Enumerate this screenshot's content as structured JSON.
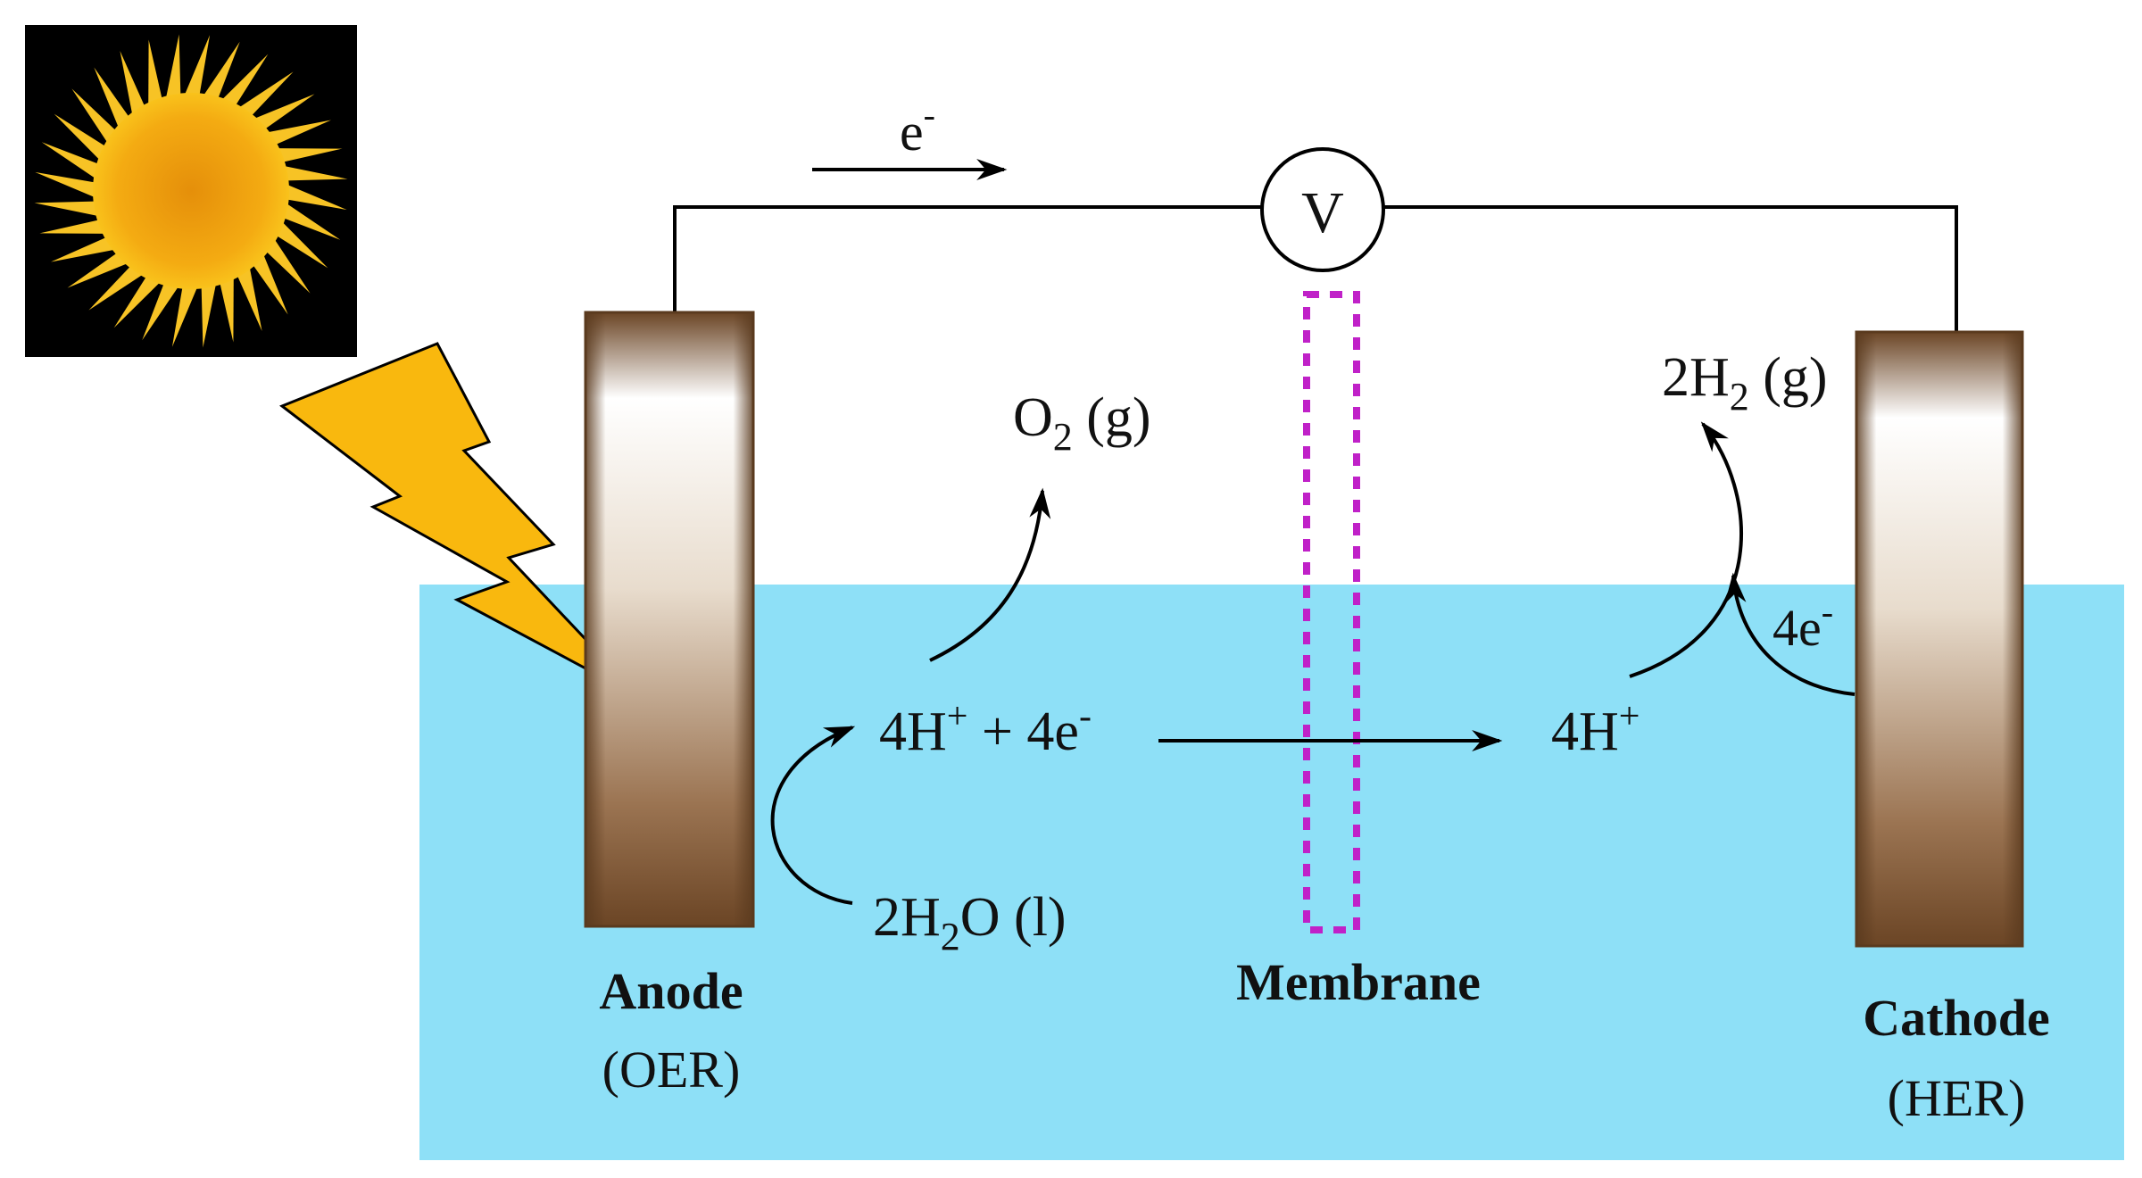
{
  "labels": {
    "electron": "e",
    "electron_sup": "-",
    "voltmeter": "V",
    "o2": "O",
    "o2_sub": "2",
    "o2_state": " (g)",
    "h2": "2H",
    "h2_sub": "2",
    "h2_state": " (g)",
    "proton_eq_a": "4H",
    "proton_eq_plus": "+",
    "proton_eq_b": " + 4e",
    "proton_eq_minus": "-",
    "proton_right": "4H",
    "proton_right_sup": "+",
    "electrons_right": "4e",
    "electrons_right_sup": "-",
    "water": "2H",
    "water_sub": "2",
    "water_rest": "O (l)",
    "anode": "Anode",
    "anode_sub": "(OER)",
    "membrane": "Membrane",
    "cathode": "Cathode",
    "cathode_sub": "(HER)"
  },
  "colors": {
    "electrolyte": "#8ee0f7",
    "electrode_dark": "#6b4525",
    "electrode_light": "#ffffff",
    "membrane_dash": "#c021c8",
    "sun_ray": "#f7c325",
    "sun_core": "#e58f0a",
    "sun_bg": "#000000",
    "lightning": "#f9b80e"
  }
}
